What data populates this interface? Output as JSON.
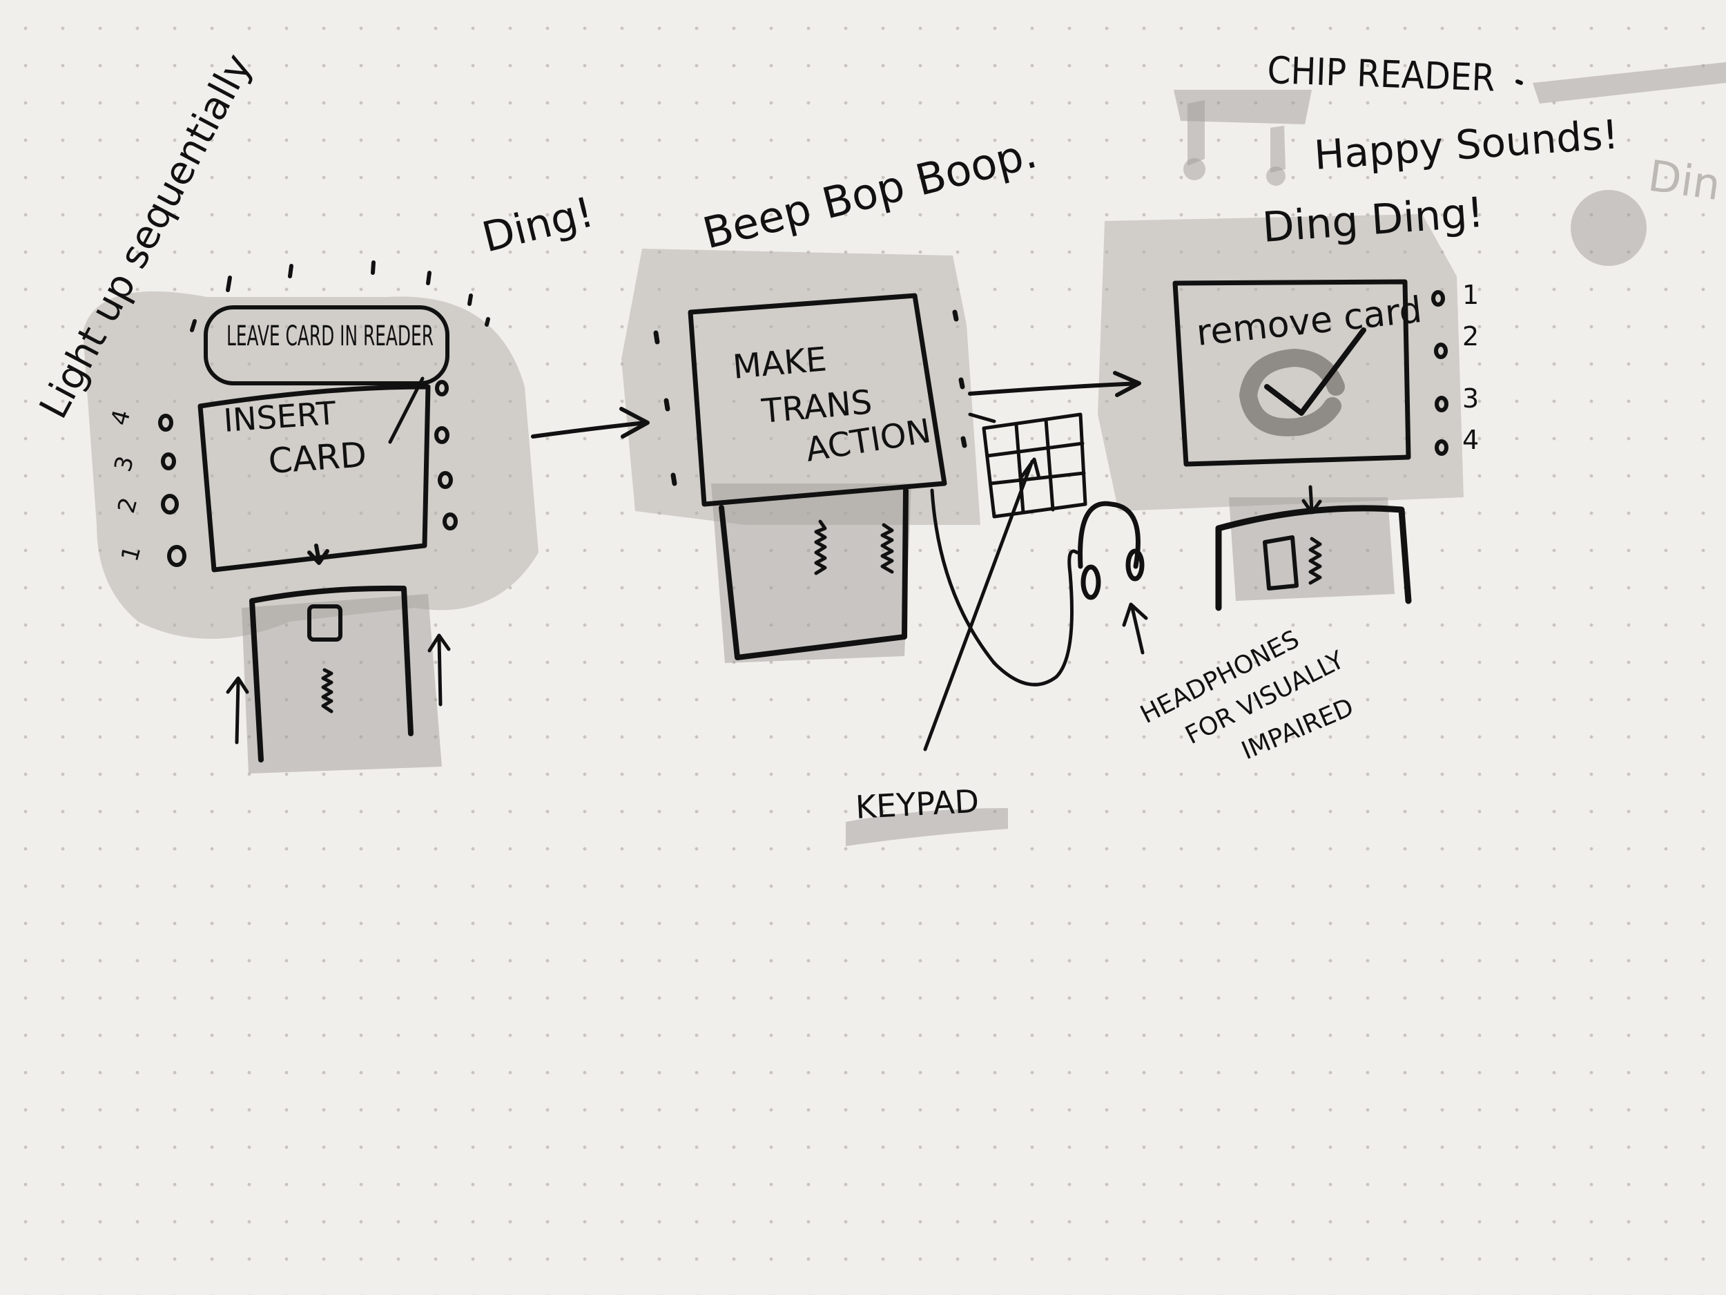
{
  "sketch": {
    "title": "CHIP READER",
    "panel1": {
      "side_note": "Light up sequentially",
      "sound": "Ding!",
      "prompt": "LEAVE CARD IN READER",
      "screen_line1": "INSERT",
      "screen_line2": "CARD",
      "light_numbers": [
        "4",
        "3",
        "2",
        "1"
      ]
    },
    "panel2": {
      "sound": "Beep Bop Boop.",
      "screen_line1": "MAKE",
      "screen_line2": "TRANS",
      "screen_line3": "ACTION",
      "keypad_label": "KEYPAD",
      "headphones_line1": "HEADPHONES",
      "headphones_line2": "FOR VISUALLY",
      "headphones_line3": "IMPAIRED"
    },
    "panel3": {
      "sound_line1": "Happy Sounds!",
      "sound_line2": "Ding Ding!",
      "screen_text": "remove card",
      "light_numbers": [
        "1",
        "2",
        "3",
        "4"
      ]
    }
  },
  "colors": {
    "ink": "#111111",
    "marker": "#b6b3af",
    "paper": "#f1efec"
  }
}
